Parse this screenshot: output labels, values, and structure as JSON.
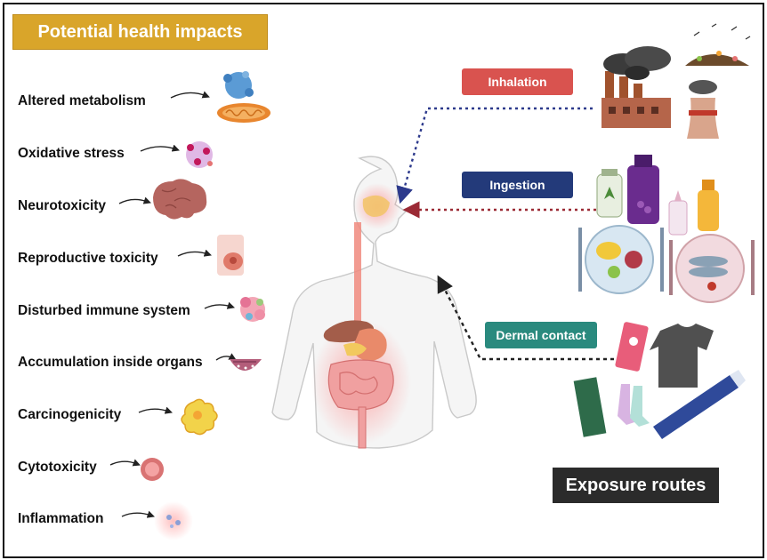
{
  "impacts": {
    "title": "Potential health impacts",
    "items": [
      "Altered metabolism",
      "Oxidative stress",
      "Neurotoxicity",
      "Reproductive toxicity",
      "Disturbed immune system",
      "Accumulation inside organs",
      "Carcinogenicity",
      "Cytotoxicity",
      "Inflammation"
    ]
  },
  "routes": {
    "title": "Exposure routes",
    "inhalation": "Inhalation",
    "ingestion": "Ingestion",
    "dermal": "Dermal contact"
  },
  "colors": {
    "impacts_header": "#d9a52a",
    "inhalation": "#d9534f",
    "ingestion": "#233a7a",
    "dermal": "#2a8a7e",
    "routes_header": "#2b2b2b",
    "inhalation_arrow": "#2d3a8c",
    "ingestion_arrow": "#9b2a35",
    "dermal_arrow": "#222222"
  },
  "icons": [
    "microbe-icon",
    "mitochondria-icon",
    "molecule-icon",
    "brain-icon",
    "reproductive-icon",
    "immune-cells-icon",
    "organ-icon",
    "tumor-cell-icon",
    "cell-icon",
    "inflamed-cell-icon",
    "factory-icon",
    "landfill-icon",
    "cooling-tower-icon",
    "bottle-icon",
    "juice-bottle-icon",
    "baby-bottle-icon",
    "plate-fruit-icon",
    "plate-fish-icon",
    "fork-icon",
    "knife-icon",
    "tube-icon",
    "tshirt-icon",
    "socks-icon",
    "human-body-icon"
  ]
}
